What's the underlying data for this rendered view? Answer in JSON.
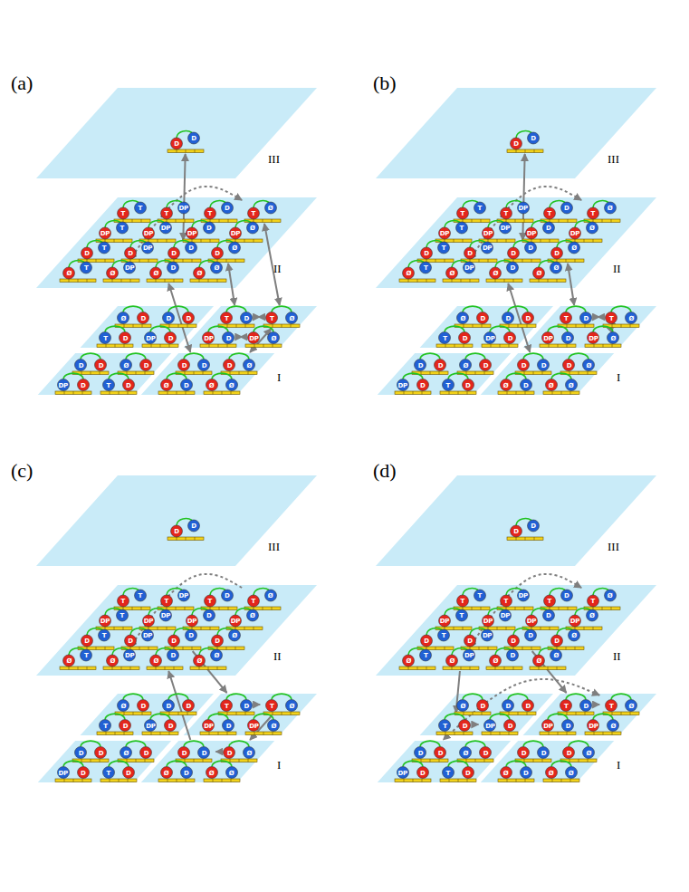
{
  "diagram": {
    "nodes": [
      {
        "text": [
          "III"
        ]
      },
      {
        "text": [
          "D",
          "D"
        ],
        "in": 0
      },
      {
        "text": [
          "II"
        ]
      },
      {
        "text": [
          "T",
          "T"
        ],
        "in": 2
      },
      {
        "text": [
          "T",
          "DP"
        ],
        "in": 2
      },
      {
        "text": [
          "T",
          "D"
        ],
        "in": 2
      },
      {
        "text": [
          "T",
          "Ø"
        ],
        "in": 2
      },
      {
        "text": [
          "DP",
          "T"
        ],
        "in": 2
      },
      {
        "text": [
          "DP",
          "DP"
        ],
        "in": 2
      },
      {
        "text": [
          "DP",
          "D"
        ],
        "in": 2
      },
      {
        "text": [
          "DP",
          "Ø"
        ],
        "in": 2
      },
      {
        "text": [
          "D",
          "T"
        ],
        "in": 2
      },
      {
        "text": [
          "D",
          "DP"
        ],
        "in": 2
      },
      {
        "text": [
          "D",
          "D"
        ],
        "in": 2
      },
      {
        "text": [
          "D",
          "Ø"
        ],
        "in": 2
      },
      {
        "text": [
          "Ø",
          "T"
        ],
        "in": 2
      },
      {
        "text": [
          "Ø",
          "DP"
        ],
        "in": 2
      },
      {
        "text": [
          "Ø",
          "D"
        ],
        "in": 2
      },
      {
        "text": [
          "Ø",
          "Ø"
        ],
        "in": 2
      },
      {
        "text": [
          "I"
        ]
      },
      {
        "text": [
          "Ø",
          "D"
        ],
        "in": 19
      },
      {
        "text": [
          "D",
          "D"
        ],
        "in": 19
      },
      {
        "text": [
          "T",
          "D"
        ],
        "in": 19
      },
      {
        "text": [
          "DP",
          "D"
        ],
        "in": 19
      },
      {
        "text": [
          "T",
          "D"
        ],
        "in": 19
      },
      {
        "text": [
          "T",
          "Ø"
        ],
        "in": 19
      },
      {
        "text": [
          "DP",
          "D"
        ],
        "in": 19
      },
      {
        "text": [
          "DP",
          "Ø"
        ],
        "in": 19
      },
      {
        "text": [
          "D",
          "D"
        ],
        "in": 19
      },
      {
        "text": [
          "Ø",
          "D"
        ],
        "in": 19
      },
      {
        "text": [
          "DP",
          "D"
        ],
        "in": 19
      },
      {
        "text": [
          "T",
          "D"
        ],
        "in": 19
      },
      {
        "text": [
          "D",
          "D"
        ],
        "in": 19
      },
      {
        "text": [
          "D",
          "Ø"
        ],
        "in": 19
      },
      {
        "text": [
          "Ø",
          "D"
        ],
        "in": 19
      },
      {
        "text": [
          "Ø",
          "Ø"
        ],
        "in": 19
      },
      {
        "text": [
          "III"
        ]
      },
      {
        "text": [
          "D",
          "D"
        ],
        "in": 36
      },
      {
        "text": [
          "II"
        ]
      },
      {
        "text": [
          "T",
          "T"
        ],
        "in": 38
      },
      {
        "text": [
          "T",
          "DP"
        ],
        "in": 38
      },
      {
        "text": [
          "T",
          "D"
        ],
        "in": 38
      },
      {
        "text": [
          "T",
          "Ø"
        ],
        "in": 38
      },
      {
        "text": [
          "DP",
          "T"
        ],
        "in": 38
      },
      {
        "text": [
          "DP",
          "DP"
        ],
        "in": 38
      },
      {
        "text": [
          "DP",
          "D"
        ],
        "in": 38
      },
      {
        "text": [
          "DP",
          "Ø"
        ],
        "in": 38
      },
      {
        "text": [
          "D",
          "T"
        ],
        "in": 38
      },
      {
        "text": [
          "D",
          "DP"
        ],
        "in": 38
      },
      {
        "text": [
          "D",
          "D"
        ],
        "in": 38
      },
      {
        "text": [
          "D",
          "Ø"
        ],
        "in": 38
      },
      {
        "text": [
          "Ø",
          "T"
        ],
        "in": 38
      },
      {
        "text": [
          "Ø",
          "DP"
        ],
        "in": 38
      },
      {
        "text": [
          "Ø",
          "D"
        ],
        "in": 38
      },
      {
        "text": [
          "Ø",
          "Ø"
        ],
        "in": 38
      },
      {
        "text": [
          "I"
        ]
      },
      {
        "text": [
          "Ø",
          "D"
        ],
        "in": 55
      },
      {
        "text": [
          "D",
          "D"
        ],
        "in": 55
      },
      {
        "text": [
          "T",
          "D"
        ],
        "in": 55
      },
      {
        "text": [
          "DP",
          "D"
        ],
        "in": 55
      },
      {
        "text": [
          "T",
          "D"
        ],
        "in": 55
      },
      {
        "text": [
          "T",
          "Ø"
        ],
        "in": 55
      },
      {
        "text": [
          "DP",
          "D"
        ],
        "in": 55
      },
      {
        "text": [
          "DP",
          "Ø"
        ],
        "in": 55
      },
      {
        "text": [
          "D",
          "D"
        ],
        "in": 55
      },
      {
        "text": [
          "Ø",
          "D"
        ],
        "in": 55
      },
      {
        "text": [
          "DP",
          "D"
        ],
        "in": 55
      },
      {
        "text": [
          "T",
          "D"
        ],
        "in": 55
      },
      {
        "text": [
          "D",
          "D"
        ],
        "in": 55
      },
      {
        "text": [
          "D",
          "Ø"
        ],
        "in": 55
      },
      {
        "text": [
          "Ø",
          "D"
        ],
        "in": 55
      },
      {
        "text": [
          "Ø",
          "Ø"
        ],
        "in": 55
      },
      {
        "text": [
          "III"
        ]
      },
      {
        "text": [
          "D",
          "D"
        ],
        "in": 72
      },
      {
        "text": [
          "II"
        ]
      },
      {
        "text": [
          "T",
          "T"
        ],
        "in": 74
      },
      {
        "text": [
          "T",
          "DP"
        ],
        "in": 74
      },
      {
        "text": [
          "T",
          "D"
        ],
        "in": 74
      },
      {
        "text": [
          "T",
          "Ø"
        ],
        "in": 74
      },
      {
        "text": [
          "DP",
          "T"
        ],
        "in": 74
      },
      {
        "text": [
          "DP",
          "DP"
        ],
        "in": 74
      },
      {
        "text": [
          "DP",
          "D"
        ],
        "in": 74
      },
      {
        "text": [
          "DP",
          "Ø"
        ],
        "in": 74
      },
      {
        "text": [
          "D",
          "T"
        ],
        "in": 74
      },
      {
        "text": [
          "D",
          "DP"
        ],
        "in": 74
      },
      {
        "text": [
          "D",
          "D"
        ],
        "in": 74
      },
      {
        "text": [
          "D",
          "Ø"
        ],
        "in": 74
      },
      {
        "text": [
          "Ø",
          "T"
        ],
        "in": 74
      },
      {
        "text": [
          "Ø",
          "DP"
        ],
        "in": 74
      },
      {
        "text": [
          "Ø",
          "D"
        ],
        "in": 74
      },
      {
        "text": [
          "Ø",
          "Ø"
        ],
        "in": 74
      },
      {
        "text": [
          "I"
        ]
      },
      {
        "text": [
          "Ø",
          "D"
        ],
        "in": 91
      },
      {
        "text": [
          "D",
          "D"
        ],
        "in": 91
      },
      {
        "text": [
          "T",
          "D"
        ],
        "in": 91
      },
      {
        "text": [
          "DP",
          "D"
        ],
        "in": 91
      },
      {
        "text": [
          "T",
          "D"
        ],
        "in": 91
      },
      {
        "text": [
          "T",
          "Ø"
        ],
        "in": 91
      },
      {
        "text": [
          "DP",
          "D"
        ],
        "in": 91
      },
      {
        "text": [
          "DP",
          "Ø"
        ],
        "in": 91
      },
      {
        "text": [
          "D",
          "D"
        ],
        "in": 91
      },
      {
        "text": [
          "Ø",
          "D"
        ],
        "in": 91
      },
      {
        "text": [
          "DP",
          "D"
        ],
        "in": 91
      },
      {
        "text": [
          "T",
          "D"
        ],
        "in": 91
      },
      {
        "text": [
          "D",
          "D"
        ],
        "in": 91
      },
      {
        "text": [
          "D",
          "Ø"
        ],
        "in": 91
      },
      {
        "text": [
          "Ø",
          "D"
        ],
        "in": 91
      },
      {
        "text": [
          "Ø",
          "Ø"
        ],
        "in": 91
      },
      {
        "text": [
          "III"
        ]
      },
      {
        "text": [
          "D",
          "D"
        ],
        "in": 108
      },
      {
        "text": [
          "II"
        ]
      },
      {
        "text": [
          "T",
          "T"
        ],
        "in": 110
      },
      {
        "text": [
          "T",
          "DP"
        ],
        "in": 110
      },
      {
        "text": [
          "T",
          "D"
        ],
        "in": 110
      },
      {
        "text": [
          "T",
          "Ø"
        ],
        "in": 110
      },
      {
        "text": [
          "DP",
          "T"
        ],
        "in": 110
      },
      {
        "text": [
          "DP",
          "DP"
        ],
        "in": 110
      },
      {
        "text": [
          "DP",
          "D"
        ],
        "in": 110
      },
      {
        "text": [
          "DP",
          "Ø"
        ],
        "in": 110
      },
      {
        "text": [
          "D",
          "T"
        ],
        "in": 110
      },
      {
        "text": [
          "D",
          "DP"
        ],
        "in": 110
      },
      {
        "text": [
          "D",
          "D"
        ],
        "in": 110
      },
      {
        "text": [
          "D",
          "Ø"
        ],
        "in": 110
      },
      {
        "text": [
          "Ø",
          "T"
        ],
        "in": 110
      },
      {
        "text": [
          "Ø",
          "DP"
        ],
        "in": 110
      },
      {
        "text": [
          "Ø",
          "D"
        ],
        "in": 110
      },
      {
        "text": [
          "Ø",
          "Ø"
        ],
        "in": 110
      },
      {
        "text": [
          "I"
        ]
      },
      {
        "text": [
          "Ø",
          "D"
        ],
        "in": 127
      },
      {
        "text": [
          "D",
          "D"
        ],
        "in": 127
      },
      {
        "text": [
          "T",
          "D"
        ],
        "in": 127
      },
      {
        "text": [
          "DP",
          "D"
        ],
        "in": 127
      },
      {
        "text": [
          "T",
          "D"
        ],
        "in": 127
      },
      {
        "text": [
          "T",
          "Ø"
        ],
        "in": 127
      },
      {
        "text": [
          "DP",
          "D"
        ],
        "in": 127
      },
      {
        "text": [
          "DP",
          "Ø"
        ],
        "in": 127
      },
      {
        "text": [
          "D",
          "D"
        ],
        "in": 127
      },
      {
        "text": [
          "Ø",
          "D"
        ],
        "in": 127
      },
      {
        "text": [
          "DP",
          "D"
        ],
        "in": 127
      },
      {
        "text": [
          "T",
          "D"
        ],
        "in": 127
      },
      {
        "text": [
          "D",
          "D"
        ],
        "in": 127
      },
      {
        "text": [
          "D",
          "Ø"
        ],
        "in": 127
      },
      {
        "text": [
          "Ø",
          "D"
        ],
        "in": 127
      },
      {
        "text": [
          "Ø",
          "Ø"
        ],
        "in": 127
      }
    ],
    "edges": [
      {
        "from": 1,
        "to": 13,
        "arrow": "both"
      },
      {
        "from": 17,
        "to": 32,
        "arrow": "both"
      },
      {
        "from": 14,
        "to": 24,
        "arrow": "both"
      },
      {
        "from": 6,
        "to": 25,
        "arrow": "both"
      },
      {
        "from": 24,
        "to": 25,
        "arrow": "both"
      },
      {
        "from": 26,
        "to": 27,
        "arrow": "both"
      },
      {
        "from": 25,
        "to": 33,
        "arrow": "both"
      },
      {
        "from": 6,
        "to": 16,
        "arrow": "both"
      },
      {
        "from": 13,
        "to": 17,
        "arrow": "both"
      },
      {
        "from": 37,
        "to": 49,
        "arrow": "both"
      },
      {
        "from": 53,
        "to": 68,
        "arrow": "both"
      },
      {
        "from": 50,
        "to": 60,
        "arrow": "both"
      },
      {
        "from": 60,
        "to": 61,
        "arrow": "both"
      },
      {
        "from": 61,
        "to": 63,
        "arrow": "both"
      },
      {
        "from": 42,
        "to": 52,
        "arrow": "both"
      },
      {
        "from": 85,
        "to": 96,
        "arrow": "to"
      },
      {
        "from": 96,
        "to": 97,
        "arrow": "to"
      },
      {
        "from": 97,
        "to": 105,
        "arrow": "to"
      },
      {
        "from": 105,
        "to": 104,
        "arrow": "to"
      },
      {
        "from": 104,
        "to": 89,
        "arrow": "to"
      },
      {
        "from": 78,
        "to": 88,
        "arrow": "to"
      },
      {
        "from": 121,
        "to": 132,
        "arrow": "to"
      },
      {
        "from": 132,
        "to": 133,
        "arrow": "to"
      },
      {
        "from": 133,
        "to": 136,
        "arrow": "both"
      },
      {
        "from": 124,
        "to": 130,
        "arrow": "to"
      },
      {
        "from": 130,
        "to": 131,
        "arrow": "to"
      },
      {
        "from": 114,
        "to": 124,
        "arrow": "both"
      }
    ],
    "labels": [
      "(a)",
      "(b)",
      "(c)",
      "(d)"
    ]
  }
}
